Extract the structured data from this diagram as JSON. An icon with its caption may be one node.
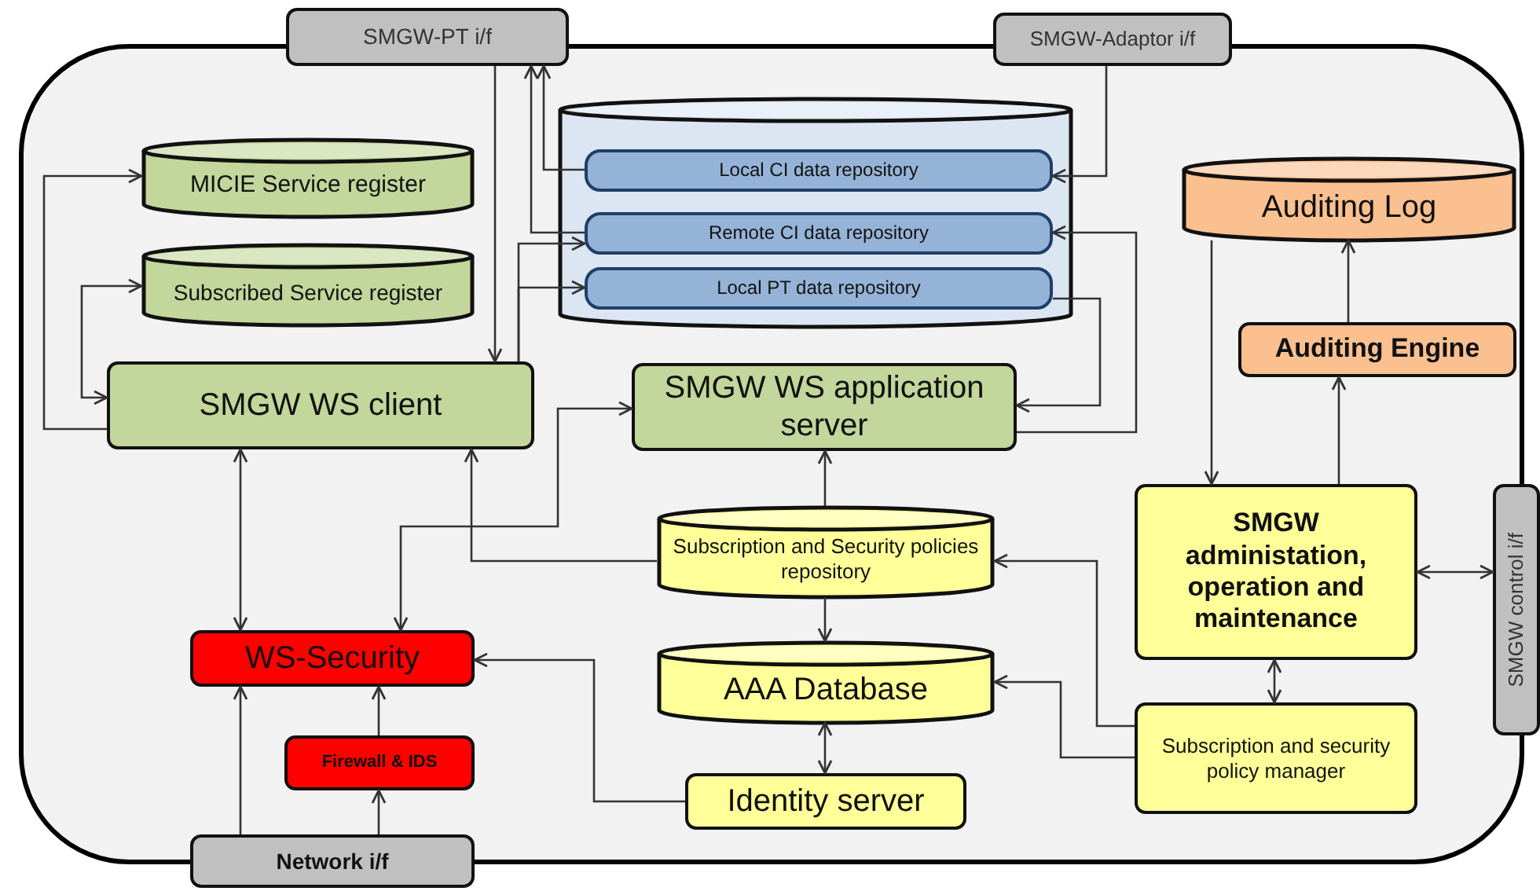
{
  "diagram": {
    "nodes": [
      {
        "text": [
          "SMGW-PT i/f"
        ]
      },
      {
        "text": [
          "SMGW-Adaptor i/f"
        ]
      },
      {
        "text": [
          "MICIE Service register"
        ]
      },
      {
        "text": [
          "Subscribed Service register"
        ]
      },
      {
        "text": [],
        "shape": "cylinder"
      },
      {
        "text": [
          "Local CI data repository"
        ],
        "in": 4
      },
      {
        "text": [
          "Remote CI data repository"
        ],
        "in": 4
      },
      {
        "text": [
          "Local PT data repository"
        ],
        "in": 4
      },
      {
        "text": [
          "Auditing Log"
        ]
      },
      {
        "text": [
          "SMGW WS client"
        ]
      },
      {
        "text": [
          "SMGW WS application server"
        ]
      },
      {
        "text": [
          "Auditing Engine"
        ]
      },
      {
        "text": [
          "Subscription and Security policies repository"
        ]
      },
      {
        "text": [
          "SMGW administation, operation and maintenance"
        ]
      },
      {
        "text": [
          "SMGW control i/f"
        ]
      },
      {
        "text": [
          "WS-Security"
        ]
      },
      {
        "text": [
          "AAA Database"
        ]
      },
      {
        "text": [
          "Firewall & IDS"
        ]
      },
      {
        "text": [
          "Subscription and security policy manager"
        ]
      },
      {
        "text": [
          "Identity server"
        ]
      },
      {
        "text": [
          "Network i/f"
        ]
      }
    ],
    "edges": [
      {
        "from": 0,
        "to": 9,
        "arrow": "to"
      },
      {
        "from": 5,
        "to": 0,
        "arrow": "to"
      },
      {
        "from": 6,
        "to": 0,
        "arrow": "to"
      },
      {
        "from": 9,
        "to": 6,
        "arrow": "to"
      },
      {
        "from": 9,
        "to": 7,
        "arrow": "to"
      },
      {
        "from": 1,
        "to": 5,
        "arrow": "to"
      },
      {
        "from": 10,
        "to": 6,
        "arrow": "to"
      },
      {
        "from": 7,
        "to": 10,
        "arrow": "to"
      },
      {
        "from": 9,
        "to": 2,
        "arrow": "to"
      },
      {
        "from": 9,
        "to": 3,
        "arrow": "both"
      },
      {
        "from": 9,
        "to": 15,
        "arrow": "both"
      },
      {
        "from": 12,
        "to": 9,
        "arrow": "to"
      },
      {
        "from": 10,
        "to": 15,
        "arrow": "both"
      },
      {
        "from": 12,
        "to": 10,
        "arrow": "to"
      },
      {
        "from": 12,
        "to": 16,
        "arrow": "to"
      },
      {
        "from": 16,
        "to": 19,
        "arrow": "both"
      },
      {
        "from": 19,
        "to": 15,
        "arrow": "to"
      },
      {
        "from": 20,
        "to": 15,
        "arrow": "to"
      },
      {
        "from": 20,
        "to": 17,
        "arrow": "to"
      },
      {
        "from": 17,
        "to": 15,
        "arrow": "to"
      },
      {
        "from": 18,
        "to": 12,
        "arrow": "to"
      },
      {
        "from": 18,
        "to": 16,
        "arrow": "to"
      },
      {
        "from": 13,
        "to": 18,
        "arrow": "both"
      },
      {
        "from": 13,
        "to": 14,
        "arrow": "both"
      },
      {
        "from": 8,
        "to": 13,
        "arrow": "to"
      },
      {
        "from": 13,
        "to": 11,
        "arrow": "to"
      },
      {
        "from": 11,
        "to": 8,
        "arrow": "to"
      }
    ]
  }
}
